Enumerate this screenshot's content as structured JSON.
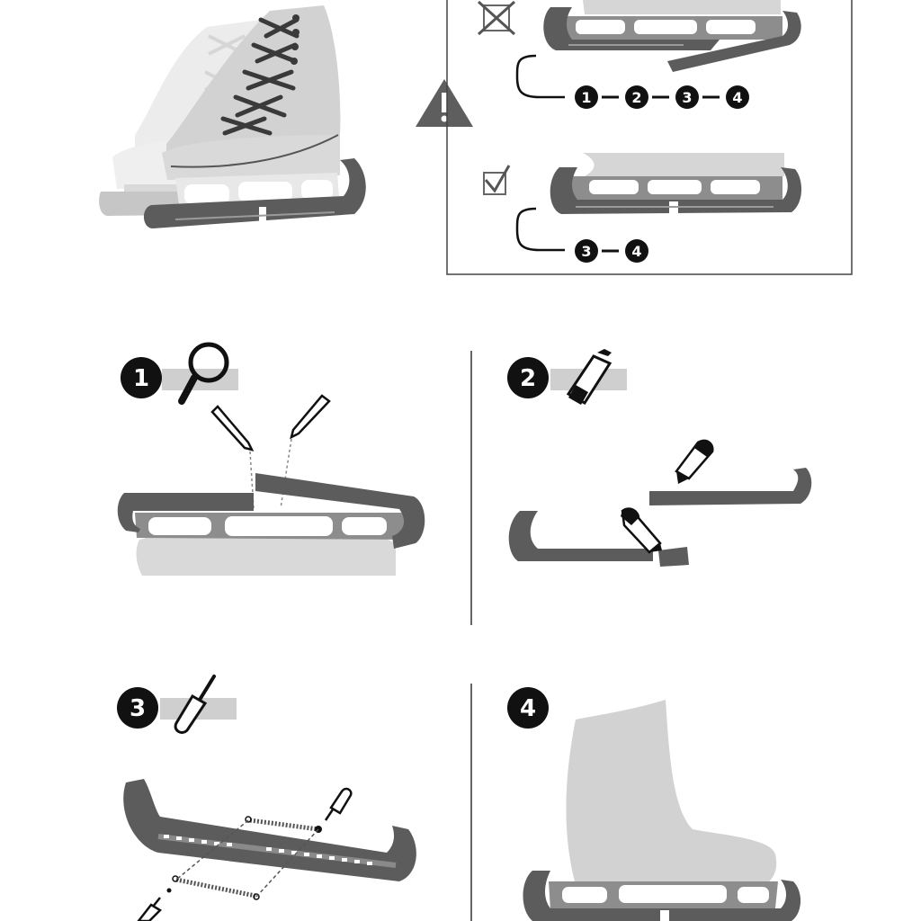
{
  "colors": {
    "guard": "#5c5c5c",
    "guard_dark": "#3f3f3f",
    "boot": "#d2d2d2",
    "boot_light": "#e6e6e6",
    "blade": "#8a8a8a",
    "label_bar": "#cfcfcf",
    "circle": "#111111"
  },
  "warning": {
    "wrong_sequence": [
      "1",
      "2",
      "3",
      "4"
    ],
    "right_sequence": [
      "3",
      "4"
    ]
  },
  "steps": [
    {
      "number": "1",
      "tool_icon": "magnifier-icon"
    },
    {
      "number": "2",
      "tool_icon": "utility-knife-icon"
    },
    {
      "number": "3",
      "tool_icon": "screwdriver-icon"
    },
    {
      "number": "4",
      "tool_icon": ""
    }
  ]
}
